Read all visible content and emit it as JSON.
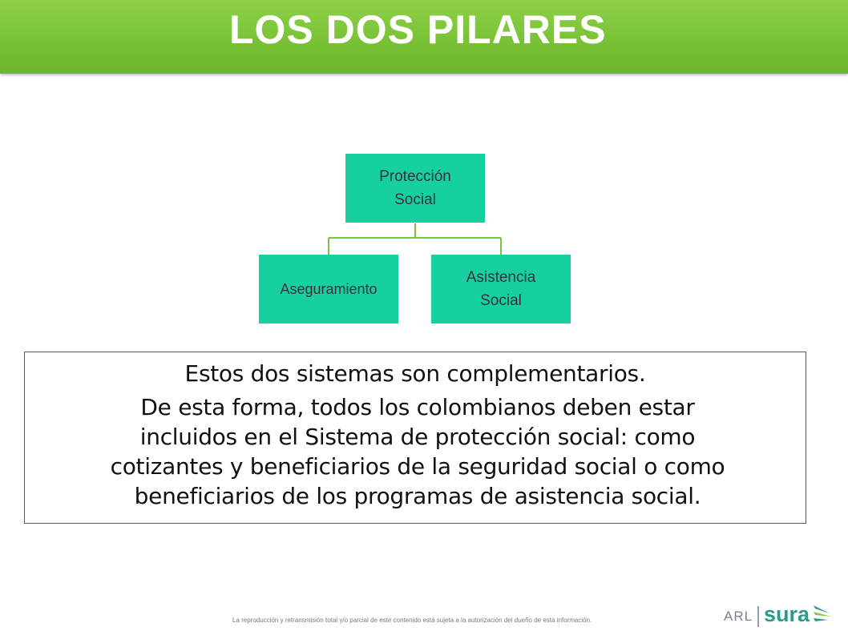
{
  "title": "LOS DOS PILARES",
  "org_chart": {
    "root": "Protección\nSocial",
    "children": [
      "Aseguramiento",
      "Asistencia\nSocial"
    ]
  },
  "text_box": {
    "line1": "Estos dos sistemas son complementarios.",
    "paragraph_lines": [
      "De esta forma, todos los colombianos deben estar",
      "incluidos en el Sistema de protección social: como",
      "cotizantes y beneficiarios de la seguridad social o como",
      "beneficiarios de los programas de asistencia social."
    ]
  },
  "footer_note": "La reproducción y retransmisión total y/o parcial de este contenido está sujeta a la autorización del dueño de esta información.",
  "logo": {
    "prefix": "ARL",
    "name": "sura"
  },
  "colors": {
    "title_bar": "#79c236",
    "node_fill": "#17d0a2",
    "connector": "#7cc242",
    "logo_teal": "#2a9a8a"
  }
}
